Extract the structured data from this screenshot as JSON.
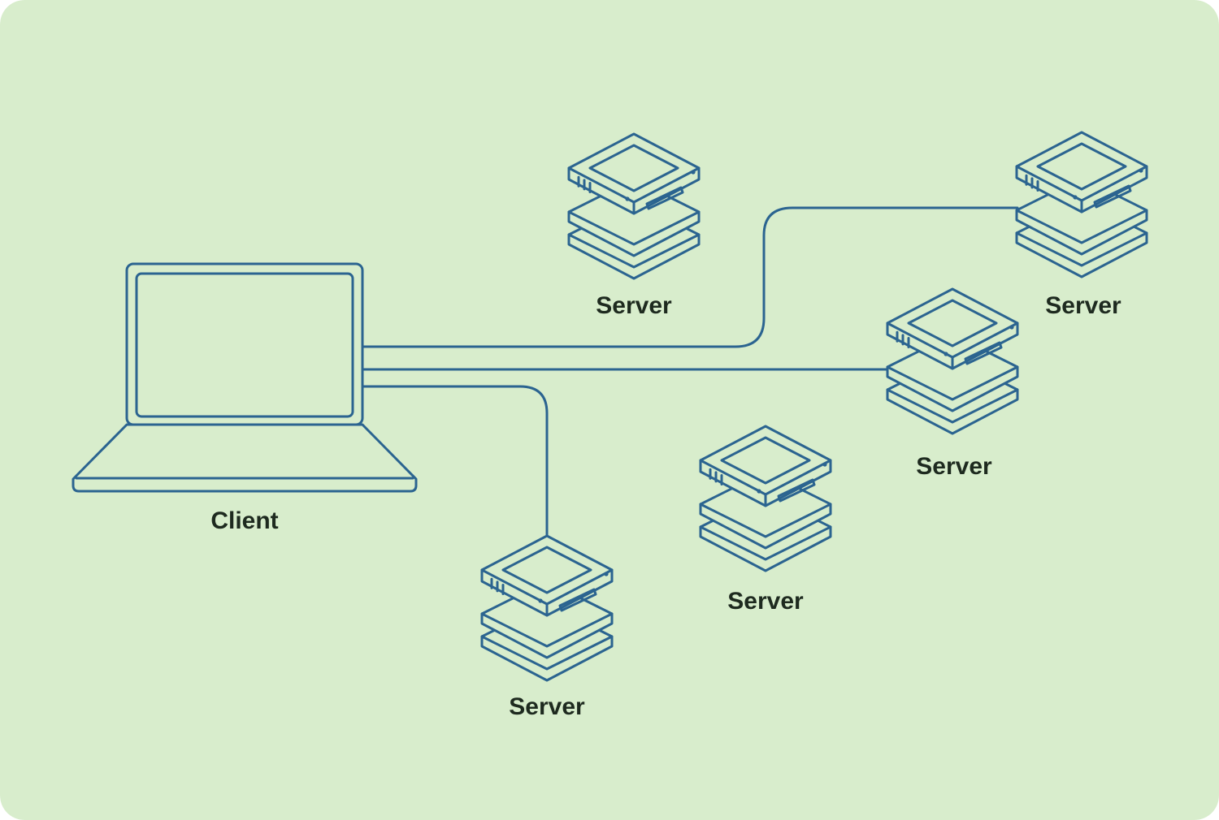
{
  "colors": {
    "background": "#d8edcc",
    "line": "#2b6490",
    "text": "#1e2a1f"
  },
  "nodes": {
    "client": {
      "label": "Client",
      "icon": "laptop-icon"
    },
    "servers": [
      {
        "id": "server-top-middle",
        "label": "Server",
        "icon": "server-stack-icon"
      },
      {
        "id": "server-top-right",
        "label": "Server",
        "icon": "server-stack-icon"
      },
      {
        "id": "server-middle-right",
        "label": "Server",
        "icon": "server-stack-icon"
      },
      {
        "id": "server-center",
        "label": "Server",
        "icon": "server-stack-icon"
      },
      {
        "id": "server-bottom-left",
        "label": "Server",
        "icon": "server-stack-icon"
      }
    ]
  },
  "connections": [
    {
      "from": "client",
      "to": "server-top-right"
    },
    {
      "from": "client",
      "to": "server-middle-right"
    },
    {
      "from": "client",
      "to": "server-bottom-left"
    }
  ]
}
